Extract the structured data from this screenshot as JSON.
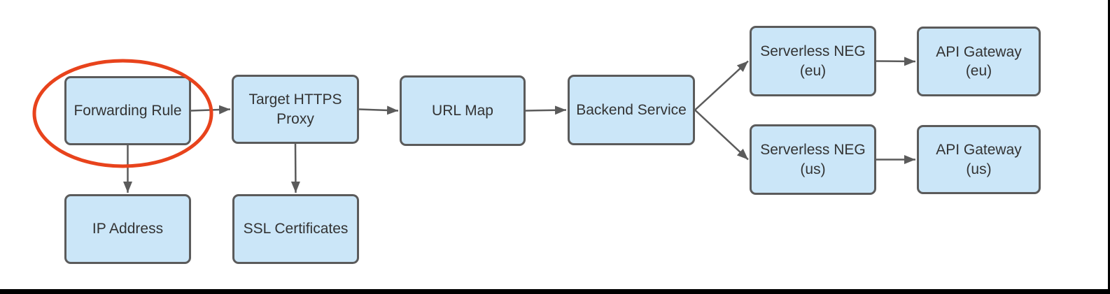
{
  "diagram": {
    "nodes": [
      {
        "id": "forwarding-rule",
        "lines": [
          "Forwarding Rule"
        ]
      },
      {
        "id": "target-https-proxy",
        "lines": [
          "Target HTTPS",
          "Proxy"
        ]
      },
      {
        "id": "url-map",
        "lines": [
          "URL Map"
        ]
      },
      {
        "id": "backend-service",
        "lines": [
          "Backend Service"
        ]
      },
      {
        "id": "serverless-neg-eu",
        "lines": [
          "Serverless NEG",
          "(eu)"
        ]
      },
      {
        "id": "api-gateway-eu",
        "lines": [
          "API Gateway",
          "(eu)"
        ]
      },
      {
        "id": "serverless-neg-us",
        "lines": [
          "Serverless NEG",
          "(us)"
        ]
      },
      {
        "id": "api-gateway-us",
        "lines": [
          "API Gateway",
          "(us)"
        ]
      },
      {
        "id": "ip-address",
        "lines": [
          "IP Address"
        ]
      },
      {
        "id": "ssl-certificates",
        "lines": [
          "SSL Certificates"
        ]
      }
    ],
    "edges": [
      {
        "from": "forwarding-rule",
        "to": "target-https-proxy"
      },
      {
        "from": "target-https-proxy",
        "to": "url-map"
      },
      {
        "from": "url-map",
        "to": "backend-service"
      },
      {
        "from": "backend-service",
        "to": "serverless-neg-eu"
      },
      {
        "from": "backend-service",
        "to": "serverless-neg-us"
      },
      {
        "from": "serverless-neg-eu",
        "to": "api-gateway-eu"
      },
      {
        "from": "serverless-neg-us",
        "to": "api-gateway-us"
      },
      {
        "from": "forwarding-rule",
        "to": "ip-address"
      },
      {
        "from": "target-https-proxy",
        "to": "ssl-certificates"
      }
    ],
    "highlighted_node": "forwarding-rule",
    "colors": {
      "background": "#FFFFFF",
      "node_fill": "#CBE6F8",
      "node_border": "#5B5B5B",
      "node_text": "#333333",
      "arrow": "#5B5B5B",
      "highlight": "#E8431C",
      "frame": "#000000"
    }
  }
}
